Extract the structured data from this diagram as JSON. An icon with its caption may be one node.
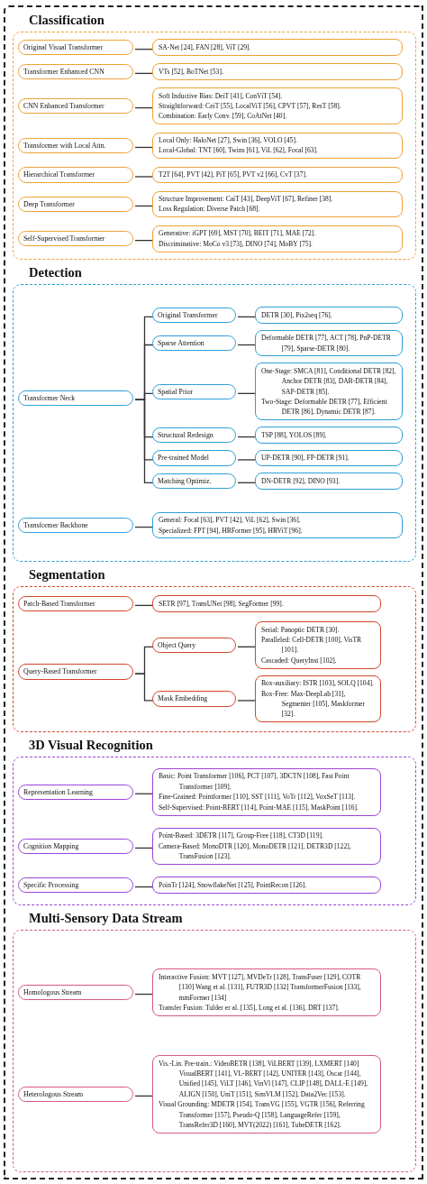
{
  "diagram": {
    "nodes": [
      {
        "text": [
          "Classification"
        ]
      },
      {
        "text": [
          "Original Visual Transformer"
        ],
        "in": 0
      },
      {
        "text": [
          "SA-Net [24], FAN [28], ViT [29]."
        ],
        "in": 0
      },
      {
        "text": [
          "Transformer Enhanced CNN"
        ],
        "in": 0
      },
      {
        "text": [
          "VTs [52], BoTNet [53]."
        ],
        "in": 0
      },
      {
        "text": [
          "CNN Enhanced Transformer"
        ],
        "in": 0
      },
      {
        "text": [
          "Soft Inductive Bias: DeiT [41], ConViT [54].",
          "Straightforward: CeiT [55], LocalViT [56], CPVT [57], ResT [58].",
          "Combination: Early Conv. [59], CoAtNet [40]."
        ],
        "in": 0
      },
      {
        "text": [
          "Transformer with Local Attn."
        ],
        "in": 0
      },
      {
        "text": [
          "Local Only: HaloNet [27], Swin [36], VOLO [45].",
          "Local-Global: TNT [60], Twins [61], ViL [62], Focal [63]."
        ],
        "in": 0
      },
      {
        "text": [
          "Hierarchical Transformer"
        ],
        "in": 0
      },
      {
        "text": [
          "T2T [64], PVT [42], PiT [65], PVT v2 [66], CvT [37]."
        ],
        "in": 0
      },
      {
        "text": [
          "Deep Transformer"
        ],
        "in": 0
      },
      {
        "text": [
          "Structure Improvement: CaiT [43], DeepViT [67], Refiner [38].",
          "Loss Regulation: Diverse Patch [68]."
        ],
        "in": 0
      },
      {
        "text": [
          "Self-Supervised Transformer"
        ],
        "in": 0
      },
      {
        "text": [
          "Generative: iGPT [69], MST [70], BEIT [71], MAE [72].",
          "Discriminative: MoCo v3 [73], DINO [74], MoBY [75]."
        ],
        "in": 0
      },
      {
        "text": [
          "Detection"
        ]
      },
      {
        "text": [
          "Transformer Neck"
        ],
        "in": 15
      },
      {
        "text": [
          "Original Transformer"
        ],
        "in": 15
      },
      {
        "text": [
          "DETR [30], Pix2seq [76]."
        ],
        "in": 15
      },
      {
        "text": [
          "Sparse Attention"
        ],
        "in": 15
      },
      {
        "text": [
          "Deformable DETR [77], ACT [78], PnP-DETR [79], Sparse-DETR [80]."
        ],
        "in": 15
      },
      {
        "text": [
          "Spatial Prior"
        ],
        "in": 15
      },
      {
        "text": [
          "One-Stage: SMCA [81], Conditional DETR [82], Anchor DETR [83], DAB-DETR [84], SAP-DETR [85].",
          "Two-Stage: Deformable DETR [77], Efficient DETR [86], Dynamic DETR [87]."
        ],
        "in": 15
      },
      {
        "text": [
          "Structural Redesign"
        ],
        "in": 15
      },
      {
        "text": [
          "TSP [88], YOLOS [89]."
        ],
        "in": 15
      },
      {
        "text": [
          "Pre-trained Model"
        ],
        "in": 15
      },
      {
        "text": [
          "UP-DETR [90], FP-DETR [91]."
        ],
        "in": 15
      },
      {
        "text": [
          "Matching Optimiz."
        ],
        "in": 15
      },
      {
        "text": [
          "DN-DETR [92], DINO [93]."
        ],
        "in": 15
      },
      {
        "text": [
          "Transformer Backbone"
        ],
        "in": 15
      },
      {
        "text": [
          "General: Focal [63], PVT [42], ViL [62], Swin [36].",
          "Specialized: FPT [94], HRFormer [95], HRViT [96]."
        ],
        "in": 15
      },
      {
        "text": [
          "Segmentation"
        ]
      },
      {
        "text": [
          "Patch-Based Transformer"
        ],
        "in": 31
      },
      {
        "text": [
          "SETR [97], TransUNet [98], SegFormer [99]."
        ],
        "in": 31
      },
      {
        "text": [
          "Query-Based Transformer"
        ],
        "in": 31
      },
      {
        "text": [
          "Object Query"
        ],
        "in": 31
      },
      {
        "text": [
          "Serial: Panoptic DETR [30].",
          "Paralleled: Cell-DETR [100], VisTR [101].",
          "Cascaded: QueryInst [102]."
        ],
        "in": 31
      },
      {
        "text": [
          "Mask Embedding"
        ],
        "in": 31
      },
      {
        "text": [
          "Box-auxiliary: ISTR [103], SOLQ [104].",
          "Box-Free: Max-DeepLab [31], Segmenter [105], Maskformer [32]."
        ],
        "in": 31
      },
      {
        "text": [
          "3D Visual Recognition"
        ]
      },
      {
        "text": [
          "Representation Learning"
        ],
        "in": 39
      },
      {
        "text": [
          "Basic: Point Transformer [106], PCT [107], 3DCTN [108], Fast Point Transformer [109].",
          "Fine-Grained: Pointformer [110], SST [111], VoTr [112], VoxSeT [113].",
          "Self-Supervised: Point-BERT [114], Point-MAE [115], MaskPoint [116]."
        ],
        "in": 39
      },
      {
        "text": [
          "Cognition Mapping"
        ],
        "in": 39
      },
      {
        "text": [
          "Point-Based: 3DETR [117], Group-Free [118], CT3D [119].",
          "Camera-Based: MonoDTR [120], MonoDETR [121], DETR3D [122], TransFusion [123]."
        ],
        "in": 39
      },
      {
        "text": [
          "Specific Processing"
        ],
        "in": 39
      },
      {
        "text": [
          "PoinTr [124], SnowflakeNet [125], PointRecon [126]."
        ],
        "in": 39
      },
      {
        "text": [
          "Multi-Sensory Data Stream"
        ]
      },
      {
        "text": [
          "Homologous Stream"
        ],
        "in": 46
      },
      {
        "text": [
          "Interactive Fusion: MVT [127], MVDeTr [128], TransFuser [129], COTR [130] Wang et al. [131], FUTR3D [132] TransformerFusion [133], mmFormer [134]",
          "Transfer Fusion: Tulder er al. [135], Long et al. [136], DRT [137]."
        ],
        "in": 46
      },
      {
        "text": [
          "Heterologous Stream"
        ],
        "in": 46
      },
      {
        "text": [
          "Vis.-Lin. Pre-train.: VideoBETR [138], ViLBERT [139], LXMERT [140] VisualBERT [141], VL-BERT [142], UNITER [143], Oscar [144], Unified [145], ViLT [146], VinVl [147], CLIP [148], DALL-E [149], ALIGN [150], UniT [151], SimVLM [152], Data2Vec [153].",
          "Visual Grounding: MDETR [154], TransVG [155], VGTR [156], Referring Transformer [157], Pseudo-Q [158], LanguageRefer [159], TransRefer3D [160], MVT(2022) [161], TubeDETR [162]."
        ],
        "in": 46
      }
    ],
    "edges": [
      {
        "from": 1,
        "to": 2,
        "arrow": "none"
      },
      {
        "from": 3,
        "to": 4,
        "arrow": "none"
      },
      {
        "from": 5,
        "to": 6,
        "arrow": "none"
      },
      {
        "from": 7,
        "to": 8,
        "arrow": "none"
      },
      {
        "from": 9,
        "to": 10,
        "arrow": "none"
      },
      {
        "from": 11,
        "to": 12,
        "arrow": "none"
      },
      {
        "from": 13,
        "to": 14,
        "arrow": "none"
      },
      {
        "from": 16,
        "to": 17,
        "arrow": "none"
      },
      {
        "from": 16,
        "to": 19,
        "arrow": "none"
      },
      {
        "from": 16,
        "to": 21,
        "arrow": "none"
      },
      {
        "from": 16,
        "to": 23,
        "arrow": "none"
      },
      {
        "from": 16,
        "to": 25,
        "arrow": "none"
      },
      {
        "from": 16,
        "to": 27,
        "arrow": "none"
      },
      {
        "from": 17,
        "to": 18,
        "arrow": "none"
      },
      {
        "from": 19,
        "to": 20,
        "arrow": "none"
      },
      {
        "from": 21,
        "to": 22,
        "arrow": "none"
      },
      {
        "from": 23,
        "to": 24,
        "arrow": "none"
      },
      {
        "from": 25,
        "to": 26,
        "arrow": "none"
      },
      {
        "from": 27,
        "to": 28,
        "arrow": "none"
      },
      {
        "from": 29,
        "to": 30,
        "arrow": "none"
      },
      {
        "from": 32,
        "to": 33,
        "arrow": "none"
      },
      {
        "from": 34,
        "to": 35,
        "arrow": "none"
      },
      {
        "from": 34,
        "to": 37,
        "arrow": "none"
      },
      {
        "from": 35,
        "to": 36,
        "arrow": "none"
      },
      {
        "from": 37,
        "to": 38,
        "arrow": "none"
      },
      {
        "from": 40,
        "to": 41,
        "arrow": "none"
      },
      {
        "from": 42,
        "to": 43,
        "arrow": "none"
      },
      {
        "from": 44,
        "to": 45,
        "arrow": "none"
      },
      {
        "from": 47,
        "to": 48,
        "arrow": "none"
      },
      {
        "from": 49,
        "to": 50,
        "arrow": "none"
      }
    ]
  }
}
